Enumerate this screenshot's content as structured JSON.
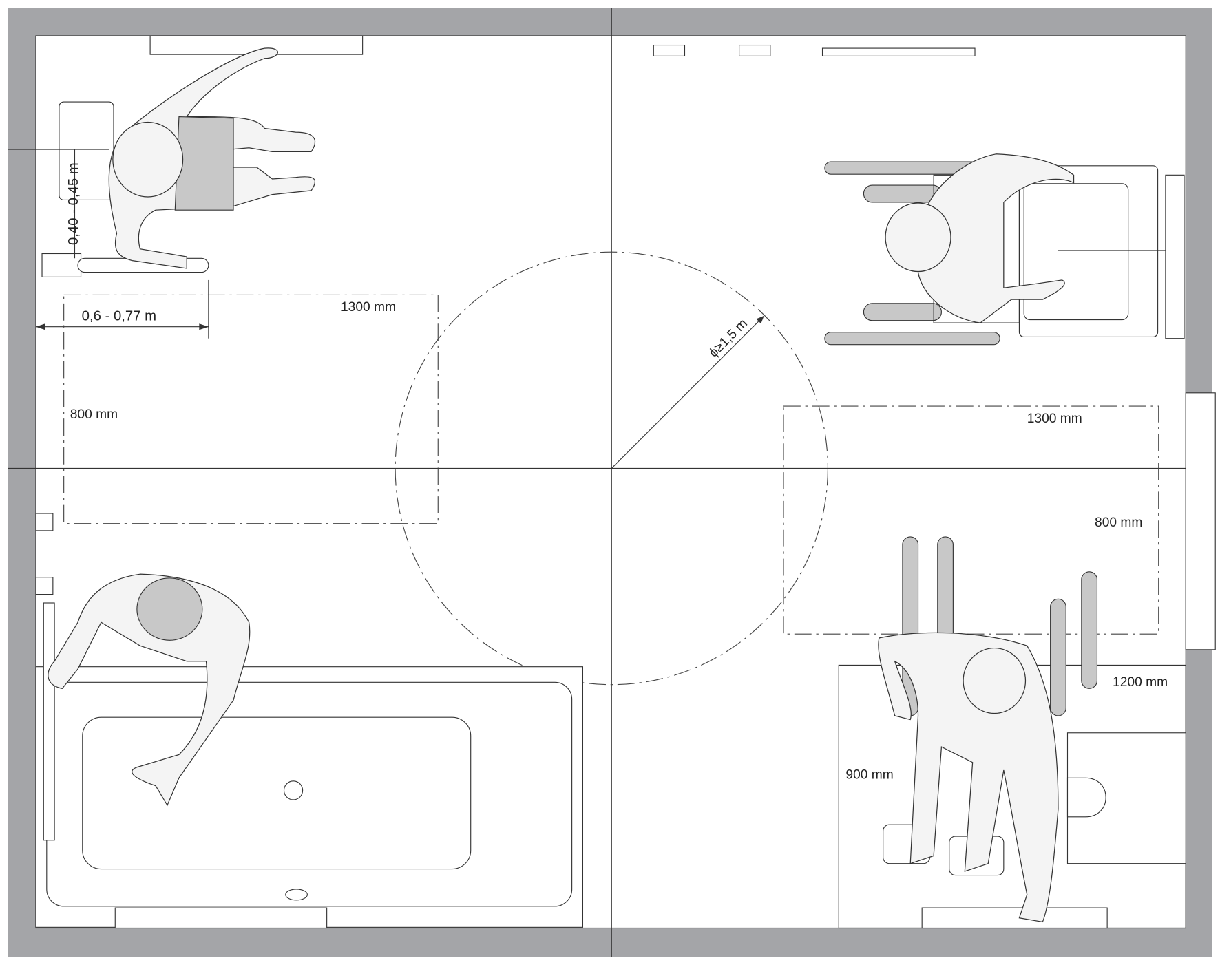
{
  "plan": {
    "colors": {
      "wall": "#a4a5a8",
      "line": "#333333",
      "figure": "#f4f4f4",
      "shade": "#c8c8c8"
    },
    "labels": {
      "grab_height": "0,40 - 0,45 m",
      "grab_distance": "0,6 - 0,77 m",
      "tl_width": "1300 mm",
      "tl_depth": "800 mm",
      "turning_circle": "ϕ≥1,5 m",
      "tr_width": "1300 mm",
      "tr_depth": "800 mm",
      "br_width": "1200 mm",
      "br_depth": "900 mm"
    },
    "zones": [
      {
        "name": "toilet-transfer",
        "description_icon": "person-seated-icon"
      },
      {
        "name": "washbasin-wheelchair",
        "description_icon": "wheelchair-icon"
      },
      {
        "name": "bathtub",
        "description_icon": "bathtub-icon"
      },
      {
        "name": "toilet-wheelchair-transfer",
        "description_icon": "toilet-icon"
      }
    ]
  }
}
